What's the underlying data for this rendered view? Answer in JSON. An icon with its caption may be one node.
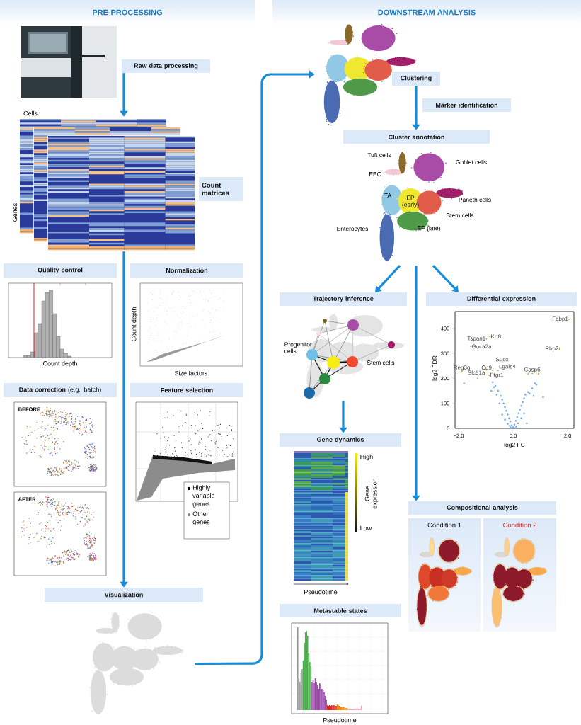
{
  "diagram": {
    "nodes": [
      {
        "text": [
          "PRE-PROCESSING"
        ]
      },
      {
        "text": [
          "DOWNSTREAM ANALYSIS"
        ]
      },
      {
        "text": [],
        "shape": "picture"
      },
      {
        "text": [
          "Raw data processing"
        ]
      },
      {
        "text": [],
        "shape": "picture"
      },
      {
        "text": [
          "Count matrices"
        ]
      },
      {
        "text": [
          "Quality control"
        ]
      },
      {
        "text": [
          "Normalization"
        ]
      },
      {
        "text": [
          "**Data correction** (e.g. batch)"
        ]
      },
      {
        "text": [
          "Feature selection"
        ]
      },
      {
        "text": [
          "Visualization"
        ]
      },
      {
        "text": [],
        "shape": "picture"
      },
      {
        "text": [],
        "shape": "picture"
      },
      {
        "text": [
          "Clustering"
        ]
      },
      {
        "text": [
          "Marker identification"
        ]
      },
      {
        "text": [
          "Cluster annotation"
        ]
      },
      {
        "text": [],
        "shape": "picture"
      },
      {
        "text": [
          "Trajectory inference"
        ]
      },
      {
        "text": [
          "Differential expression"
        ]
      },
      {
        "text": [],
        "shape": "picture"
      },
      {
        "text": [
          "Gene dynamics"
        ]
      },
      {
        "text": [
          "Metastable states"
        ]
      },
      {
        "text": [
          "Compositional analysis"
        ]
      },
      {
        "text": [
          "Condition 1"
        ]
      },
      {
        "text": [
          "Condition 2"
        ]
      }
    ],
    "edges": [
      {
        "from": 3,
        "to": 4,
        "arrow": "to"
      },
      {
        "from": 4,
        "to": 10,
        "arrow": "to"
      },
      {
        "from": 11,
        "to": 12,
        "arrow": "to"
      },
      {
        "from": 13,
        "to": 15,
        "arrow": "to"
      },
      {
        "from": 16,
        "to": 17,
        "arrow": "to"
      },
      {
        "from": 16,
        "to": 18,
        "arrow": "to"
      },
      {
        "from": 16,
        "to": 22,
        "arrow": "to"
      },
      {
        "from": 19,
        "to": 20,
        "arrow": "to"
      }
    ],
    "labels": [
      "Cells",
      "Genes",
      "Count depth",
      "Count depth",
      "Size factors",
      "BEFORE",
      "AFTER",
      "Tuft cells",
      "EEC",
      "Goblet cells",
      "TA",
      "EP (early)",
      "Paneth cells",
      "Stem cells",
      "Enterocytes",
      "EP (late)",
      "Progenitor cells",
      "Stem cells",
      "High",
      "Gene expression",
      "Low",
      "Pseudotime",
      "Pseudotime"
    ],
    "legend": [
      {
        "text": "Highly variable genes",
        "color": "#000000"
      },
      {
        "text": "Other genes",
        "color": "#8c8c8c"
      }
    ],
    "chart_data": {
      "type": "scatter",
      "xlabel": "log2 FC",
      "ylabel": "−log2 FDR",
      "xlim": [
        -2.13,
        2.23
      ],
      "ylim": [
        0,
        468
      ],
      "xticks": [
        {
          "value": -2,
          "label": "−2.0"
        },
        {
          "value": 0,
          "label": "0.0"
        },
        {
          "value": 2,
          "label": "2.0"
        }
      ],
      "yticks": [
        {
          "value": 0,
          "label": "0"
        },
        {
          "value": 100,
          "label": "100"
        },
        {
          "value": 200,
          "label": "200"
        },
        {
          "value": 300,
          "label": "300"
        },
        {
          "value": 400,
          "label": "400"
        }
      ],
      "series": [
        {
          "color": "#6fa8e6",
          "x": [
            0,
            0.05,
            -0.05,
            0.1,
            -0.1,
            0.15,
            -0.15,
            0.2,
            -0.2,
            0.25,
            -0.25,
            0.3,
            -0.3,
            0.35,
            -0.35,
            0.4,
            -0.4,
            0.45,
            -0.45,
            0.55,
            -0.55,
            0.6,
            -0.6,
            0.7,
            -0.7,
            0.8,
            -0.75,
            0.85,
            -0.65,
            1.1,
            -1.8,
            0.5,
            -0.5,
            0.09,
            -0.09,
            0.12,
            -0.12,
            0.3,
            -0.3,
            0.18,
            -0.2,
            0.4,
            -0.4,
            -0.8,
            0.75
          ],
          "values": [
            5,
            15,
            12,
            30,
            28,
            45,
            40,
            60,
            55,
            75,
            70,
            90,
            85,
            105,
            100,
            120,
            115,
            135,
            130,
            145,
            150,
            140,
            135,
            160,
            165,
            180,
            185,
            175,
            170,
            125,
            180,
            20,
            100,
            2,
            3,
            8,
            10,
            40,
            35,
            20,
            18,
            60,
            55,
            150,
            130
          ]
        },
        {
          "color": "#f0902a",
          "x": [
            2.05,
            -0.85,
            -0.98,
            -1.55,
            1.7,
            -0.4,
            -0.75,
            -1.88,
            -1.0,
            -0.55,
            -0.88,
            0.55,
            0.7,
            0.92,
            -1.3
          ],
          "values": [
            437,
            368,
            358,
            328,
            318,
            265,
            232,
            228,
            235,
            232,
            212,
            218,
            220,
            218,
            200
          ]
        }
      ],
      "annotations": [
        {
          "x": 2.05,
          "y": 437,
          "text": "Fabp1"
        },
        {
          "x": -0.85,
          "y": 368,
          "text": "Krt8"
        },
        {
          "x": -0.98,
          "y": 358,
          "text": "Tspan1"
        },
        {
          "x": -1.55,
          "y": 328,
          "text": "Guca2a"
        },
        {
          "x": 1.7,
          "y": 318,
          "text": "Rbp2"
        },
        {
          "x": -0.4,
          "y": 265,
          "text": "Suox"
        },
        {
          "x": -0.75,
          "y": 232,
          "text": "Cd9"
        },
        {
          "x": -1.88,
          "y": 228,
          "text": "Reg3g"
        },
        {
          "x": -1.0,
          "y": 235,
          "text": "Slc51a"
        },
        {
          "x": -0.55,
          "y": 232,
          "text": "Lgals4"
        },
        {
          "x": -0.88,
          "y": 212,
          "text": "Ptgr1"
        },
        {
          "x": 0.7,
          "y": 220,
          "text": "Casp6"
        }
      ]
    }
  }
}
